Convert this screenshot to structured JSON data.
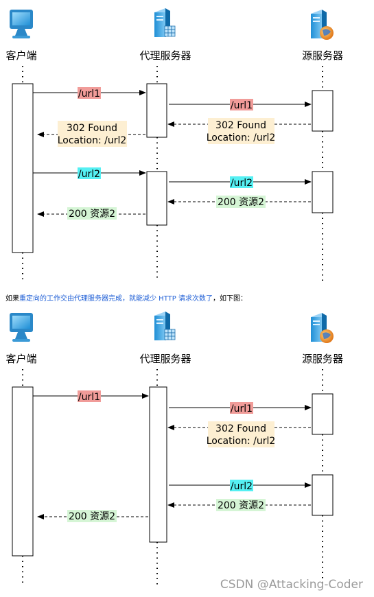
{
  "colors": {
    "red_label": "#f19c99",
    "cyan_label": "#55f0f3",
    "orange_label": "#fdefd2",
    "green_label": "#d5f5d5",
    "note_highlight": "#1f5fd6",
    "watermark": "#9a9a9a"
  },
  "icons": {
    "client": "monitor-icon",
    "proxy": "server-icon",
    "origin": "server-globe-icon"
  },
  "diagram1": {
    "actors": {
      "client": "客户端",
      "proxy": "代理服务器",
      "origin": "源服务器"
    },
    "msg_url1": "/url1",
    "msg_proxy_url1": "/url1",
    "resp_origin_line1": "302 Found",
    "resp_origin_line2": "Location: /url2",
    "resp_client_line1": "302 Found",
    "resp_client_line2": "Location: /url2",
    "msg_url2": "/url2",
    "msg_proxy_url2": "/url2",
    "resp_origin_200": "200 资源2",
    "resp_client_200": "200 资源2"
  },
  "note": {
    "prefix": "如果",
    "highlight": "重定向的工作交由代理服务器完成，就能减少 HTTP 请求次数了",
    "suffix": "，如下图："
  },
  "diagram2": {
    "actors": {
      "client": "客户端",
      "proxy": "代理服务器",
      "origin": "源服务器"
    },
    "msg_url1": "/url1",
    "msg_proxy_url1": "/url1",
    "resp_origin_line1": "302 Found",
    "resp_origin_line2": "Location: /url2",
    "msg_proxy_url2": "/url2",
    "resp_origin_200": "200 资源2",
    "resp_client_200": "200 资源2"
  },
  "watermark": "CSDN @Attacking-Coder"
}
